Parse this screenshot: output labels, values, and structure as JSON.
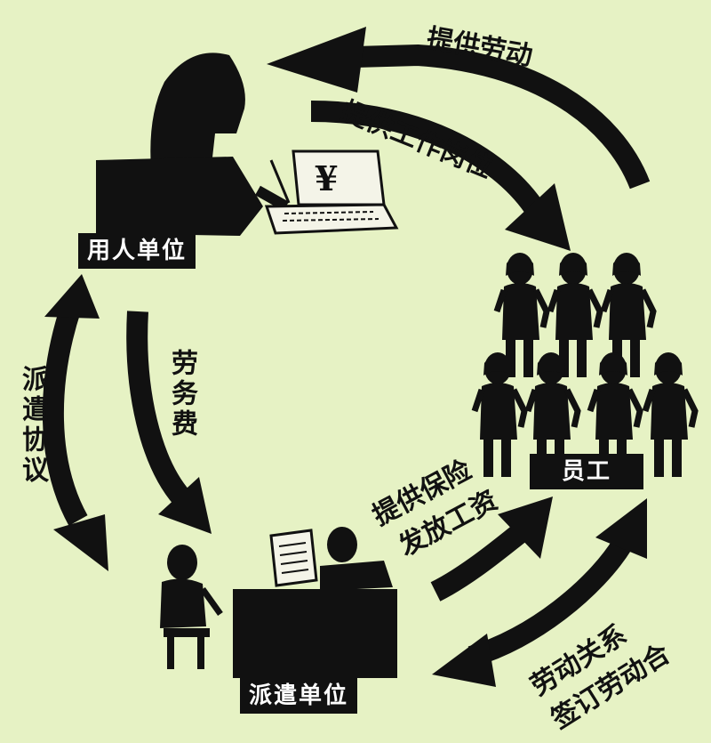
{
  "nodes": {
    "employer": "用人单位",
    "employees": "员工",
    "agency": "派遣单位"
  },
  "flows": {
    "provide_labor": "提供劳动",
    "provide_positions": "提供工作岗位",
    "service_fee": "劳务费",
    "dispatch_agreement": "派遣协议",
    "insurance_line1": "提供保险",
    "insurance_line2": "发放工资",
    "contract_line1": "劳动关系",
    "contract_line2": "签订劳动合"
  },
  "icons": {
    "currency_symbol": "¥"
  },
  "colors": {
    "background": "#e6f2c4",
    "ink": "#111111",
    "label_text": "#ffffff"
  }
}
